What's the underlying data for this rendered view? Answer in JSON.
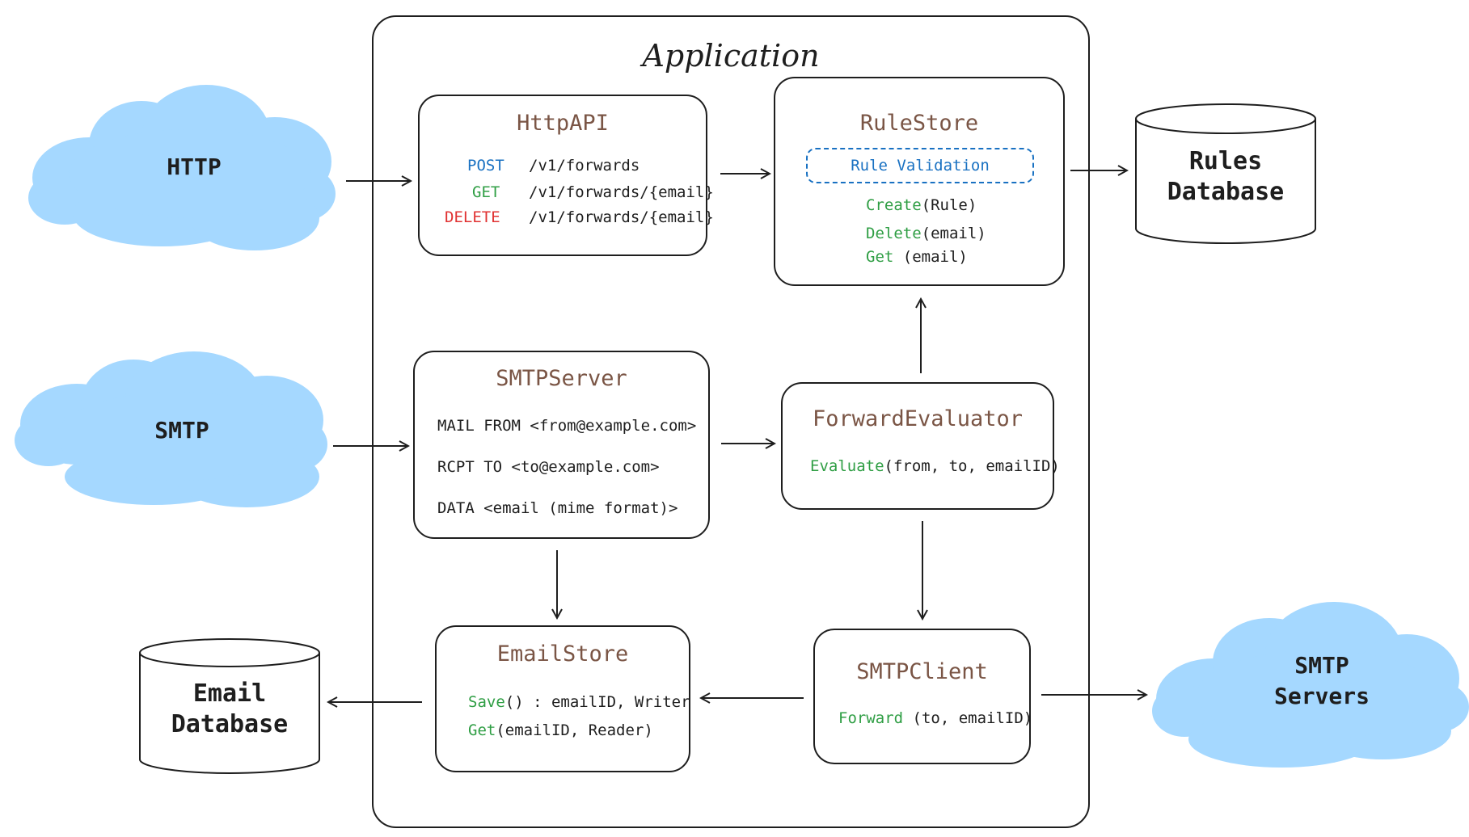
{
  "external": {
    "http": "HTTP",
    "smtp": "SMTP",
    "smtp_servers": [
      "SMTP",
      "Servers"
    ],
    "rules_db": [
      "Rules",
      "Database"
    ],
    "email_db": [
      "Email",
      "Database"
    ]
  },
  "application": {
    "title": "Application",
    "http_api": {
      "title": "HttpAPI",
      "routes": [
        {
          "method": "POST",
          "path": "/v1/forwards"
        },
        {
          "method": "GET",
          "path": "/v1/forwards/{email}"
        },
        {
          "method": "DELETE",
          "path": "/v1/forwards/{email}"
        }
      ]
    },
    "rule_store": {
      "title": "RuleStore",
      "validation": "Rule Validation",
      "methods": [
        {
          "name": "Create",
          "args": "(Rule)"
        },
        {
          "name": "Delete",
          "args": "(email)"
        },
        {
          "name": "Get",
          "args": " (email)"
        }
      ]
    },
    "smtp_server": {
      "title": "SMTPServer",
      "lines": [
        "MAIL FROM <from@example.com>",
        "RCPT TO <to@example.com>",
        "DATA <email (mime format)>"
      ]
    },
    "forward_evaluator": {
      "title": "ForwardEvaluator",
      "methods": [
        {
          "name": "Evaluate",
          "args": "(from, to, emailID)"
        }
      ]
    },
    "email_store": {
      "title": "EmailStore",
      "methods": [
        {
          "name": "Save",
          "args": "() : emailID, Writer"
        },
        {
          "name": "Get",
          "args": "(emailID, Reader)"
        }
      ]
    },
    "smtp_client": {
      "title": "SMTPClient",
      "methods": [
        {
          "name": "Forward",
          "args": " (to, emailID)"
        }
      ]
    }
  },
  "colors": {
    "cloud": "#a5d8ff",
    "component_title": "#7a5545",
    "post": "#1971c2",
    "get": "#2f9e44",
    "delete": "#e03131",
    "validation": "#1971c2",
    "method": "#2f9e44"
  }
}
